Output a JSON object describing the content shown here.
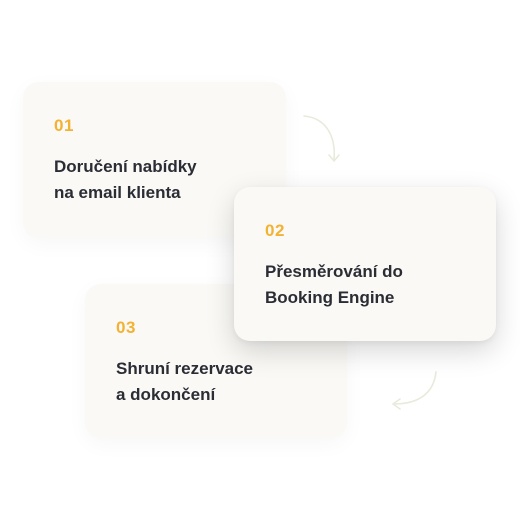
{
  "colors": {
    "accent": "#f2b233",
    "text": "#2b2d35",
    "card": "#faf9f6",
    "arrow": "#e9eadb"
  },
  "steps": [
    {
      "number": "01",
      "title_line1": "Doručení nabídky",
      "title_line2": "na email klienta"
    },
    {
      "number": "02",
      "title_line1": "Přesměrování do",
      "title_line2": "Booking Engine"
    },
    {
      "number": "03",
      "title_line1": "Shruní rezervace",
      "title_line2": "a dokončení"
    }
  ]
}
